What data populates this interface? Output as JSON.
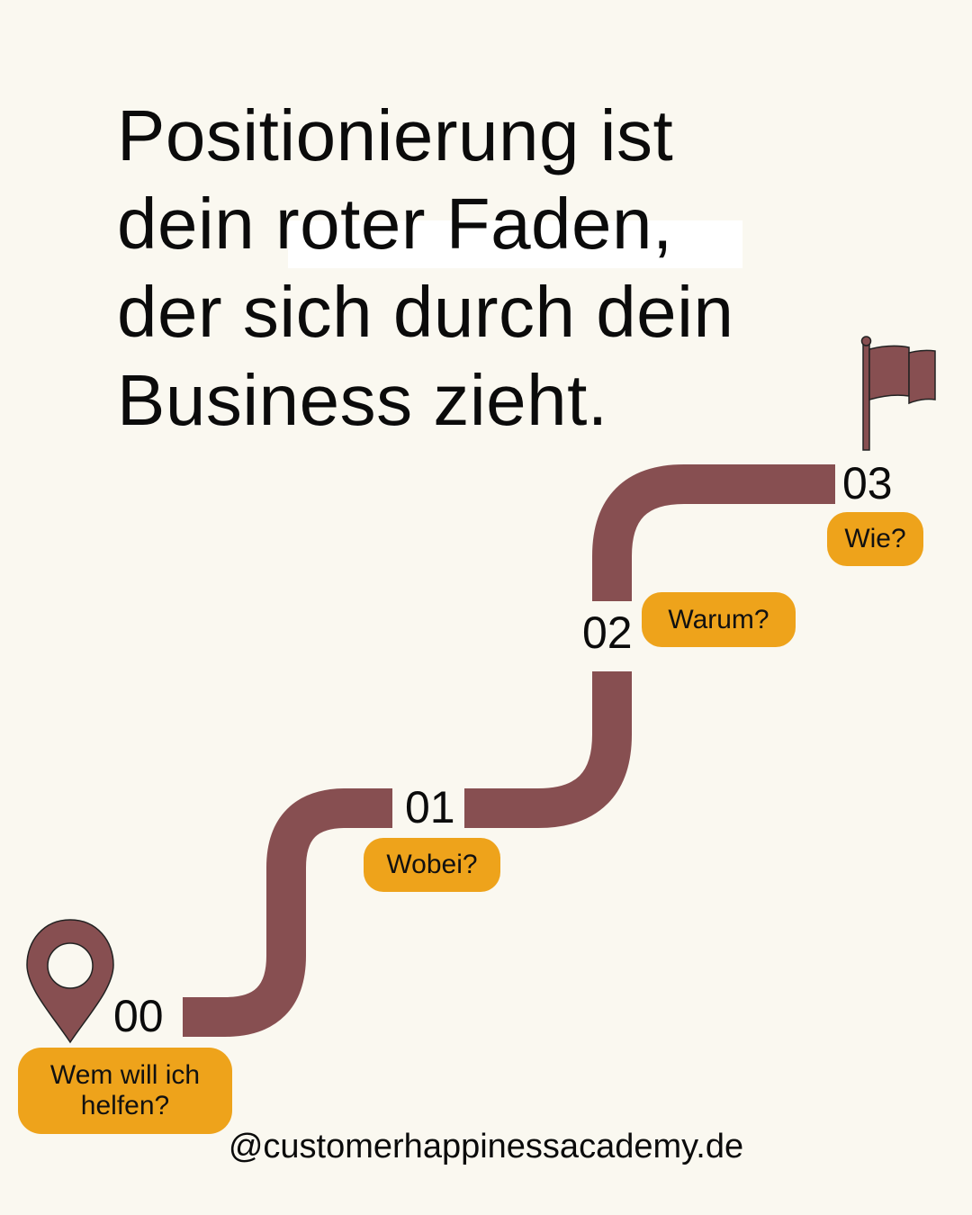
{
  "headline": {
    "line1": "Positionierung ist",
    "line2": "dein roter Faden,",
    "line3": "der sich durch dein",
    "line4": "Business zieht."
  },
  "colors": {
    "background": "#faf8f0",
    "path": "#874f51",
    "pill": "#eea31b",
    "text": "#0b0b0b",
    "highlight": "#ffffff"
  },
  "steps": [
    {
      "number": "00",
      "question": "Wem will ich helfen?",
      "icon": "map-pin-icon"
    },
    {
      "number": "01",
      "question": "Wobei?"
    },
    {
      "number": "02",
      "question": "Warum?"
    },
    {
      "number": "03",
      "question": "Wie?",
      "icon": "flag-icon"
    }
  ],
  "step0": {
    "line1": "Wem will ich",
    "line2": "helfen?"
  },
  "footer": {
    "handle": "@customerhappinessacademy.de"
  }
}
